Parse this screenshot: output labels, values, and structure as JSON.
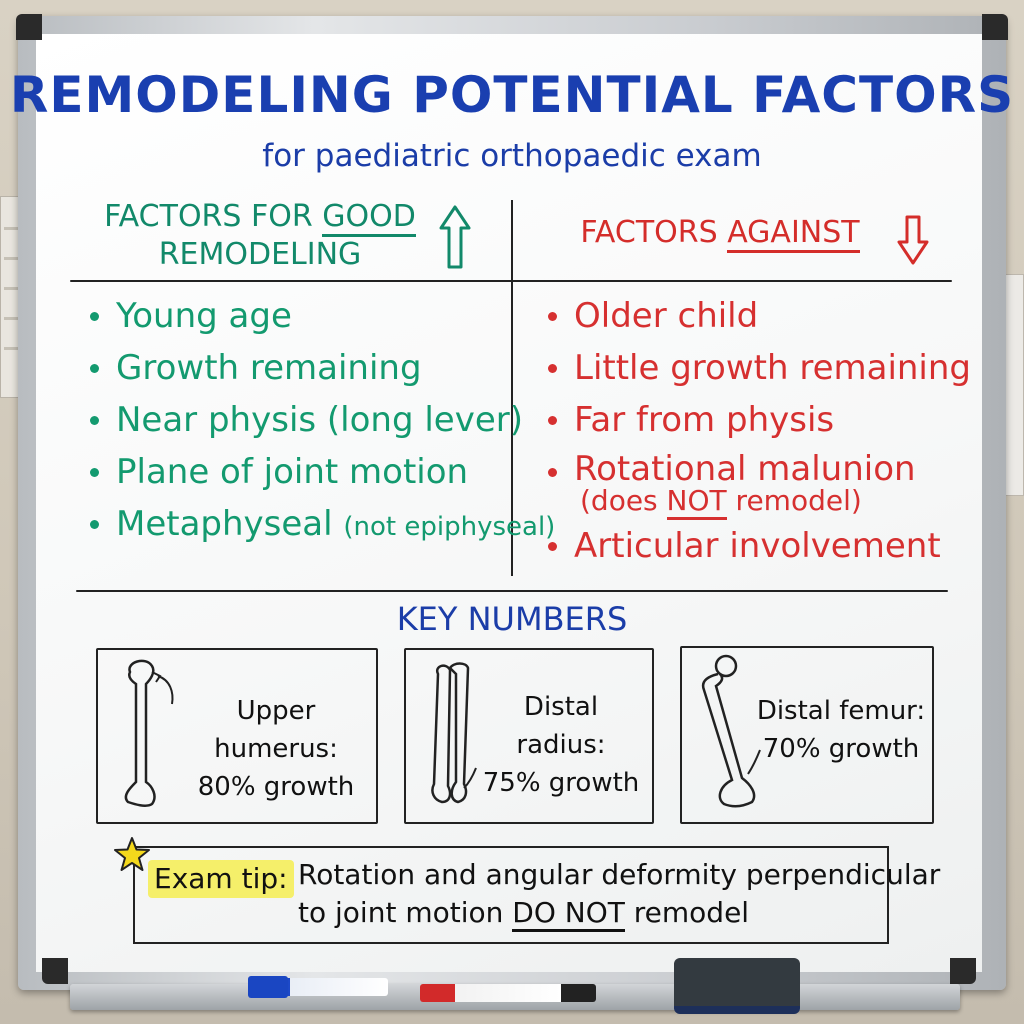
{
  "title": "REMODELING POTENTIAL FACTORS",
  "subtitle": "for paediatric orthopaedic exam",
  "good": {
    "heading_line1_pre": "FACTORS FOR ",
    "heading_line1_em": "GOOD",
    "heading_line2": "REMODELING",
    "arrow_icon": "arrow-up-icon",
    "items": [
      {
        "text": "Young age"
      },
      {
        "text": "Growth remaining"
      },
      {
        "text": "Near physis (long lever)"
      },
      {
        "text": "Plane of joint motion"
      },
      {
        "text": "Metaphyseal",
        "note": "(not epiphyseal)"
      }
    ],
    "color": "#139a6f"
  },
  "against": {
    "heading_pre": "FACTORS ",
    "heading_em": "AGAINST",
    "arrow_icon": "arrow-down-icon",
    "items": [
      {
        "text": "Older child"
      },
      {
        "text": "Little growth remaining"
      },
      {
        "text": "Far from physis"
      },
      {
        "text": "Rotational malunion",
        "note_pre": "(does ",
        "note_em": "NOT",
        "note_post": " remodel)"
      },
      {
        "text": "Articular involvement"
      }
    ],
    "color": "#d63030"
  },
  "key_numbers": {
    "title": "KEY NUMBERS",
    "boxes": [
      {
        "label_line1": "Upper humerus:",
        "label_line2": "80% growth",
        "icon": "humerus-bone-icon"
      },
      {
        "label_line1": "Distal radius:",
        "label_line2": "75% growth",
        "icon": "radius-ulna-bone-icon"
      },
      {
        "label_line1": "Distal femur:",
        "label_line2": "70% growth",
        "icon": "femur-bone-icon"
      }
    ]
  },
  "exam_tip": {
    "label": "Exam tip:",
    "line1": "Rotation and angular deformity perpendicular",
    "line2_pre": "to joint motion ",
    "line2_em": "DO NOT",
    "line2_post": " remodel",
    "icon": "star-icon"
  },
  "tray_items": [
    "blue-marker",
    "red-marker",
    "eraser"
  ],
  "colors": {
    "title_blue": "#1a3fb0",
    "good_green": "#139a6f",
    "against_red": "#d63030",
    "highlight": "#f5ef6a"
  }
}
